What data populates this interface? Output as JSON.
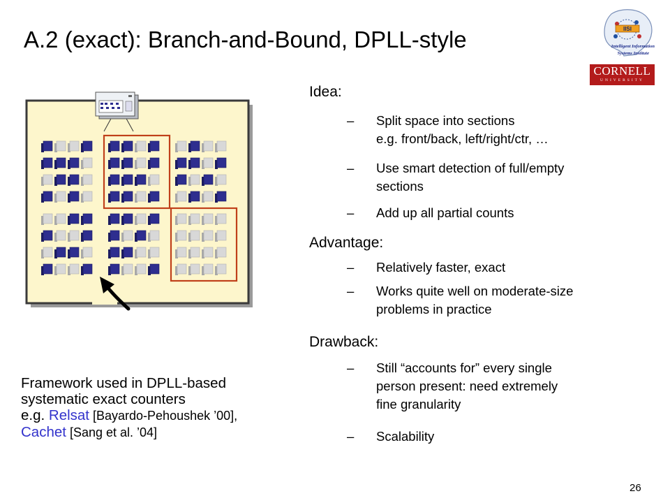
{
  "slide": {
    "title": "A.2 (exact): Branch-and-Bound, DPLL-style",
    "page_number": "26"
  },
  "logos": {
    "iiisi_mark": "IISI",
    "iiisi_line1": "Intelligent Information",
    "iiisi_line2": "Systems Institute",
    "cornell_name": "CORNELL",
    "cornell_sub": "UNIVERSITY"
  },
  "sections": [
    {
      "heading": "Idea:",
      "bullets": [
        [
          "Split space into sections",
          "e.g. front/back, left/right/ctr, …"
        ],
        [
          "Use smart detection of full/empty",
          "sections"
        ],
        [
          "Add up all partial counts"
        ]
      ]
    },
    {
      "heading": "Advantage:",
      "bullets": [
        [
          "Relatively faster, exact"
        ],
        [
          "Works quite well on moderate-size",
          "problems in practice"
        ]
      ]
    },
    {
      "heading": "Drawback:",
      "bullets": [
        [
          "Still “accounts for” every single",
          "person present:  need extremely",
          "fine granularity"
        ],
        [
          "Scalability"
        ]
      ]
    }
  ],
  "dash": "–",
  "framework": {
    "line1": "Framework used in DPLL-based",
    "line2": "systematic exact counters",
    "line3_prefix": "e.g. ",
    "relsat": "Relsat",
    "relsat_cite": " [Bayardo-Pehoushek ’00],",
    "cachet": "Cachet",
    "cachet_cite": " [Sang et al. ’04]"
  },
  "colors": {
    "occupied_seat": "#2e2e8f",
    "empty_seat": "#d8d8d8",
    "room_fill": "#fdf6cc",
    "highlight_box": "#c0401a",
    "link_blue": "#3333cc"
  },
  "seating": {
    "blocks": [
      [
        [
          1,
          0,
          0,
          1
        ],
        [
          1,
          1,
          1,
          0
        ],
        [
          0,
          1,
          1,
          0
        ],
        [
          1,
          0,
          1,
          0
        ]
      ],
      [
        [
          1,
          1,
          0,
          1
        ],
        [
          1,
          1,
          0,
          1
        ],
        [
          1,
          1,
          1,
          0
        ],
        [
          1,
          1,
          0,
          1
        ]
      ],
      [
        [
          0,
          1,
          0,
          0
        ],
        [
          1,
          1,
          0,
          1
        ],
        [
          1,
          0,
          1,
          0
        ],
        [
          0,
          1,
          0,
          1
        ]
      ],
      [
        [
          0,
          0,
          1,
          1
        ],
        [
          1,
          0,
          0,
          1
        ],
        [
          0,
          1,
          1,
          0
        ],
        [
          1,
          0,
          0,
          1
        ]
      ],
      [
        [
          1,
          1,
          0,
          1
        ],
        [
          1,
          0,
          1,
          0
        ],
        [
          1,
          1,
          0,
          0
        ],
        [
          1,
          0,
          0,
          1
        ]
      ],
      [
        [
          0,
          0,
          0,
          0
        ],
        [
          0,
          0,
          0,
          0
        ],
        [
          0,
          0,
          0,
          0
        ],
        [
          0,
          0,
          0,
          0
        ]
      ]
    ],
    "highlighted_blocks": [
      1,
      5
    ]
  }
}
